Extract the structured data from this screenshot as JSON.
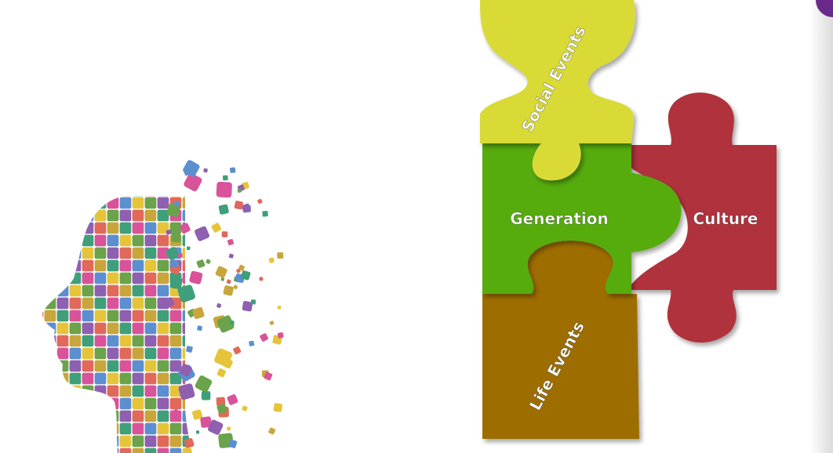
{
  "diagram": {
    "pieces": [
      {
        "id": "social-events",
        "label": "Social Events",
        "color": "#d9da36"
      },
      {
        "id": "generation",
        "label": "Generation",
        "color": "#57ab10"
      },
      {
        "id": "culture",
        "label": "Culture",
        "color": "#b0333c"
      },
      {
        "id": "life-events",
        "label": "Life Events",
        "color": "#9e6d00"
      }
    ]
  },
  "head_illustration": {
    "icon": "puzzle-head-icon",
    "palette": [
      "#e0695a",
      "#8f5fb0",
      "#6aa34a",
      "#e6c43a",
      "#5b8fd0",
      "#d9539a",
      "#3f9f7a",
      "#c8a63c"
    ]
  },
  "accent_color": "#6a2a8a"
}
